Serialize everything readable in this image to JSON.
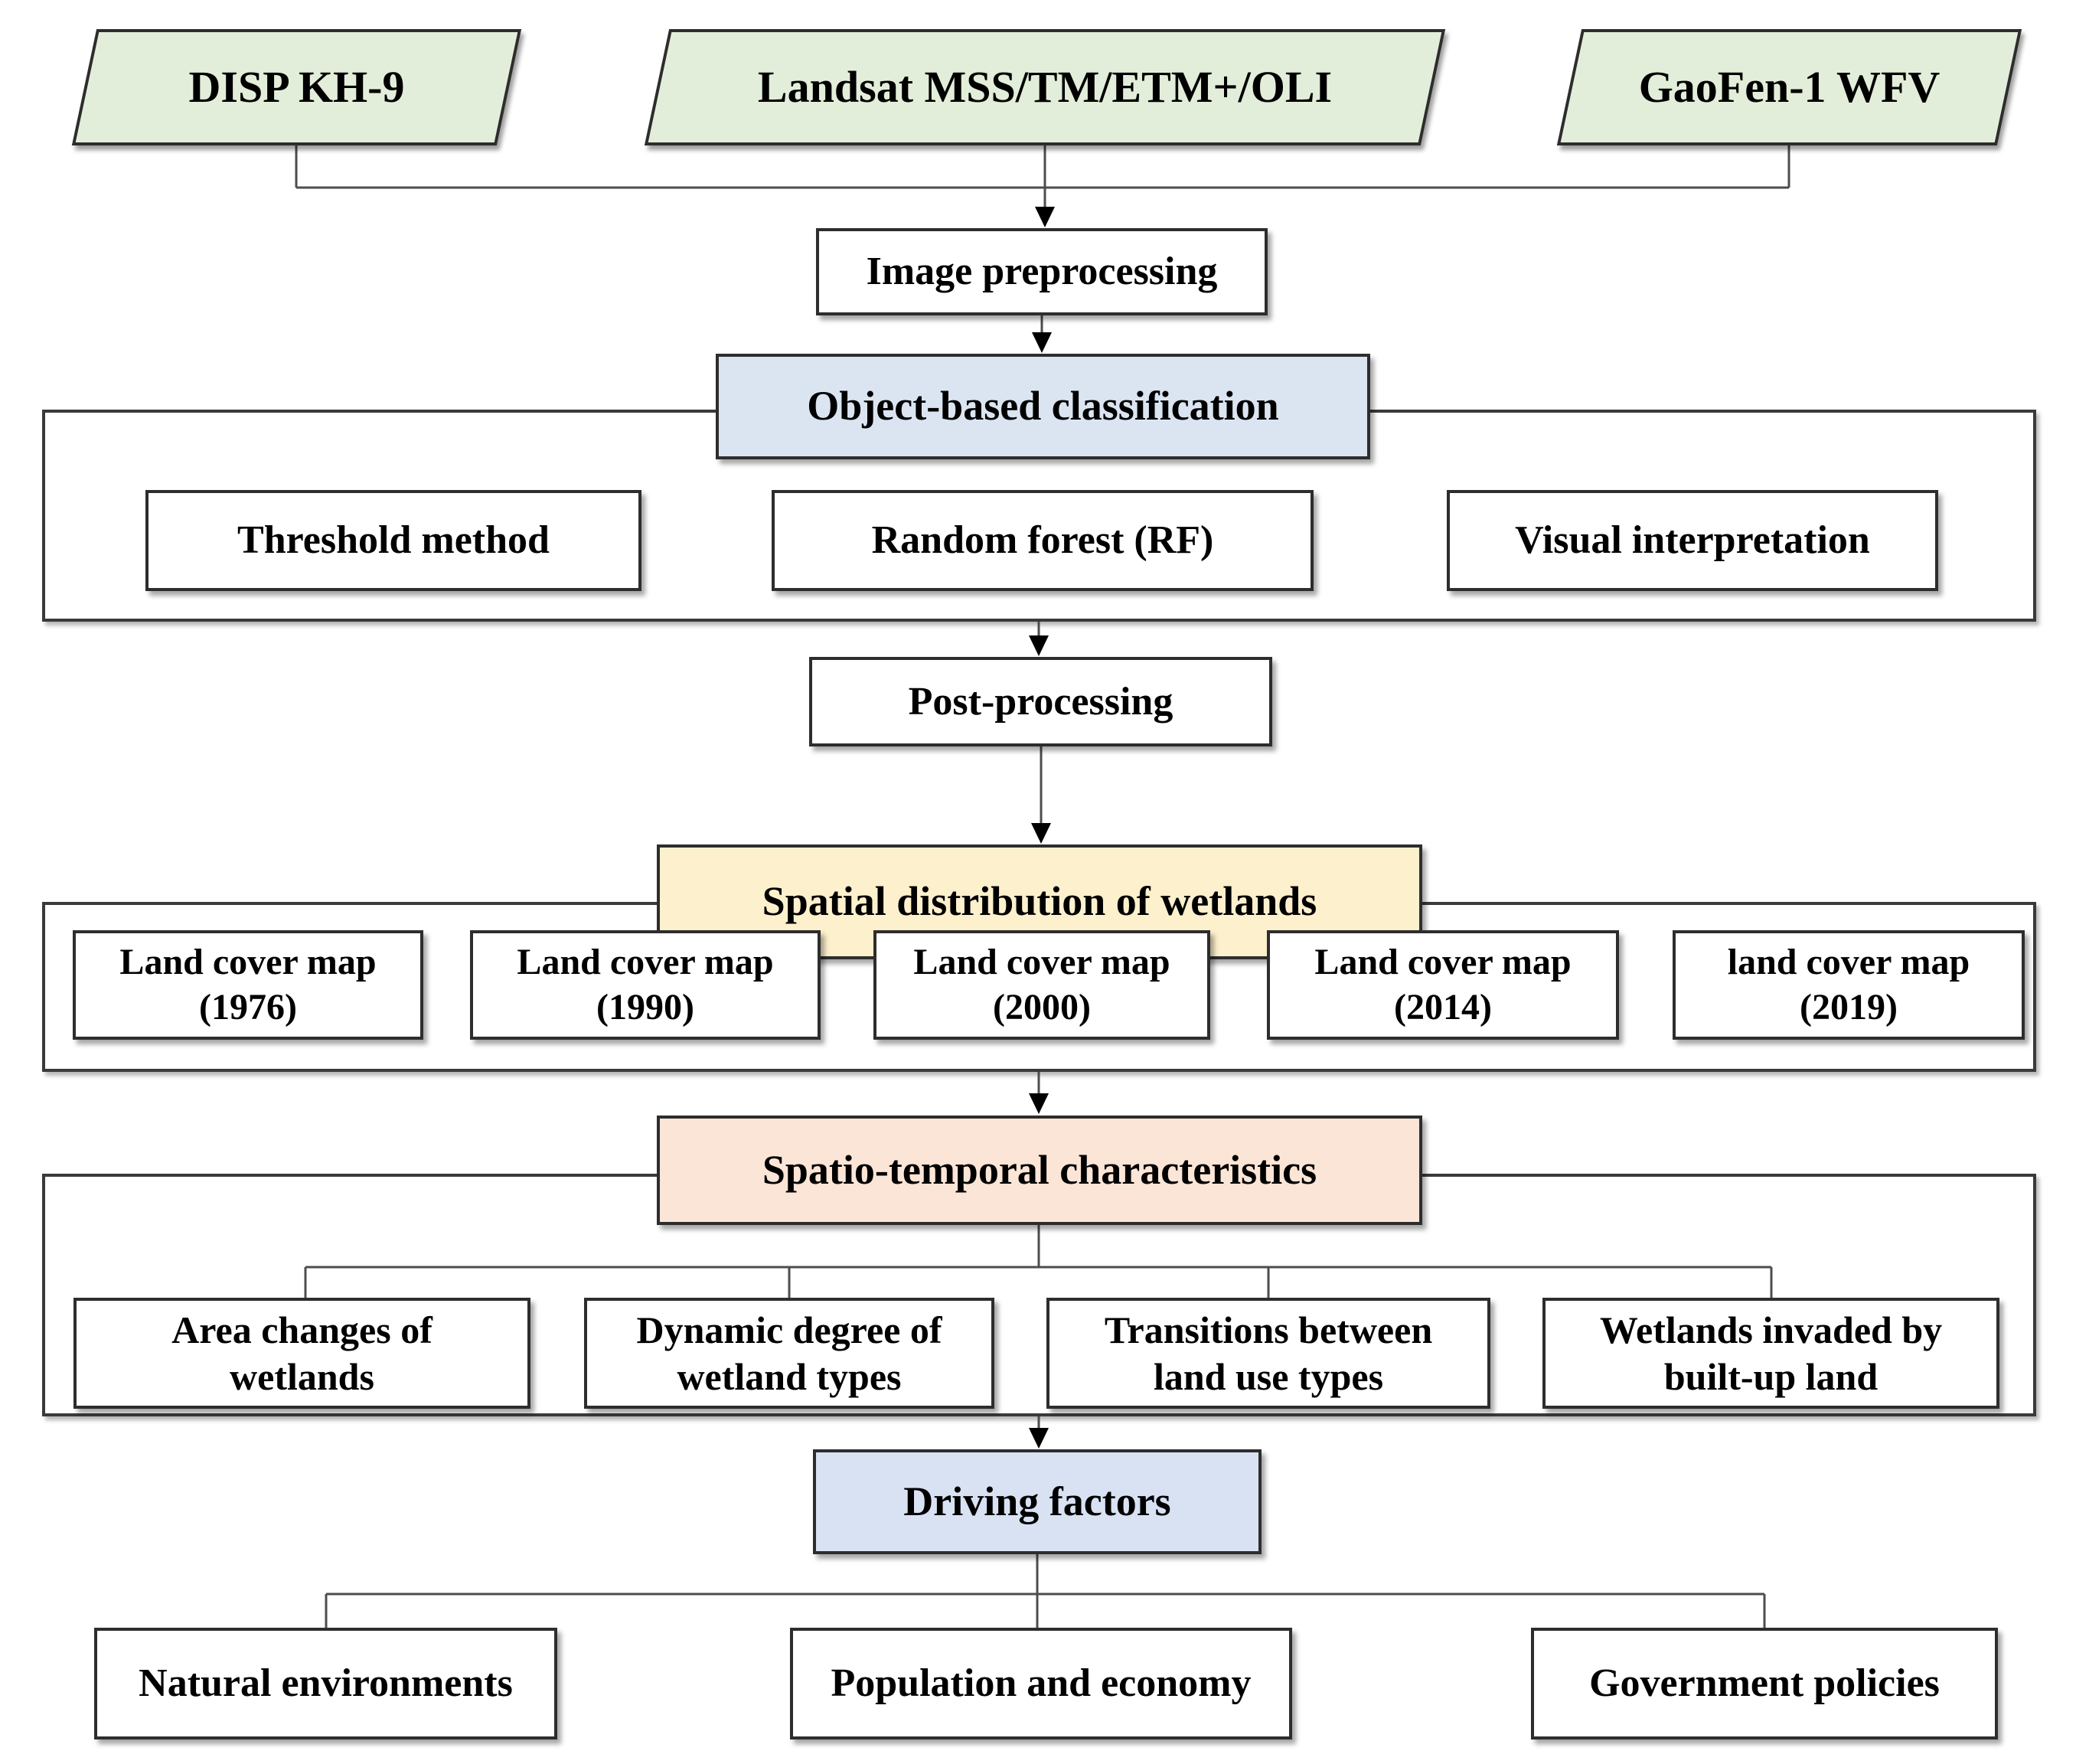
{
  "flow": {
    "sources": [
      {
        "label": "DISP KH-9"
      },
      {
        "label": "Landsat MSS/TM/ETM+/OLI"
      },
      {
        "label": "GaoFen-1 WFV"
      }
    ],
    "image_preprocessing": {
      "label": "Image preprocessing"
    },
    "object_based_classification": {
      "label": "Object-based classification",
      "methods": [
        {
          "label": "Threshold method"
        },
        {
          "label": "Random forest (RF)"
        },
        {
          "label": "Visual interpretation"
        }
      ]
    },
    "post_processing": {
      "label": "Post-processing"
    },
    "spatial_distribution": {
      "label": "Spatial distribution of wetlands",
      "maps": [
        {
          "line1": "Land cover map",
          "line2": "(1976)"
        },
        {
          "line1": "Land cover map",
          "line2": "(1990)"
        },
        {
          "line1": "Land cover map",
          "line2": "(2000)"
        },
        {
          "line1": "Land cover map",
          "line2": "(2014)"
        },
        {
          "line1": "land cover map",
          "line2": "(2019)"
        }
      ]
    },
    "spatio_temporal": {
      "label": "Spatio-temporal characteristics",
      "analyses": [
        {
          "line1": "Area changes of",
          "line2": "wetlands"
        },
        {
          "line1": "Dynamic degree of",
          "line2": "wetland types"
        },
        {
          "line1": "Transitions between",
          "line2": "land use types"
        },
        {
          "line1": "Wetlands invaded by",
          "line2": "built-up land"
        }
      ]
    },
    "driving_factors": {
      "label": "Driving factors",
      "factors": [
        {
          "label": "Natural environments"
        },
        {
          "label": "Population and economy"
        },
        {
          "label": "Government policies"
        }
      ]
    }
  },
  "colors": {
    "source_fill": "#e3eeda",
    "classification_fill": "#dbe5f1",
    "wetland_fill": "#fdf0cd",
    "characteristics_fill": "#fbe5d6",
    "driving_fill": "#d9e2f3",
    "box_border": "#2d2d2d",
    "connector_line": "#4d4d4d",
    "arrowhead": "#000000"
  }
}
